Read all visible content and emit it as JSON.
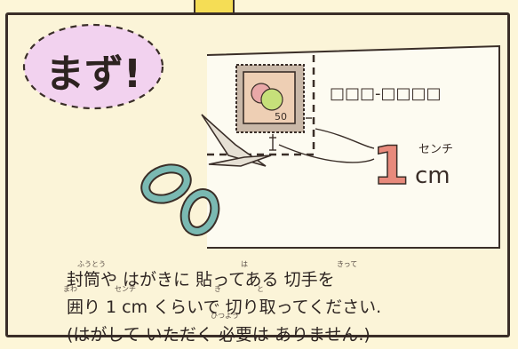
{
  "badge": "まず!",
  "postal_code_boxes": "□□□-□□□□",
  "stamp_number": "50",
  "measure": {
    "number": "1",
    "furigana": "センチ",
    "unit": "cm"
  },
  "caption": {
    "line1": "封筒や はがきに 貼ってある 切手を",
    "line2": "囲り 1 cm くらいで 切り取ってください.",
    "line3": "(はがして いただく 必要は ありません.)"
  },
  "furigana": {
    "futou": "ふうとう",
    "ha": "は",
    "kitte": "きって",
    "mawa": "まわ",
    "senchi": "センチ",
    "ki": "き",
    "to": "と",
    "hitsuyou": "ひつよう"
  },
  "colors": {
    "background": "#fbf4d8",
    "badge_fill": "#f2d2ef",
    "stamp_frame": "#c9b8a8",
    "stamp_inner": "#eecfb4",
    "scissor_handle": "#7ab9b2",
    "accent_red": "#e88a7c",
    "top_tab": "#f5dd55"
  }
}
